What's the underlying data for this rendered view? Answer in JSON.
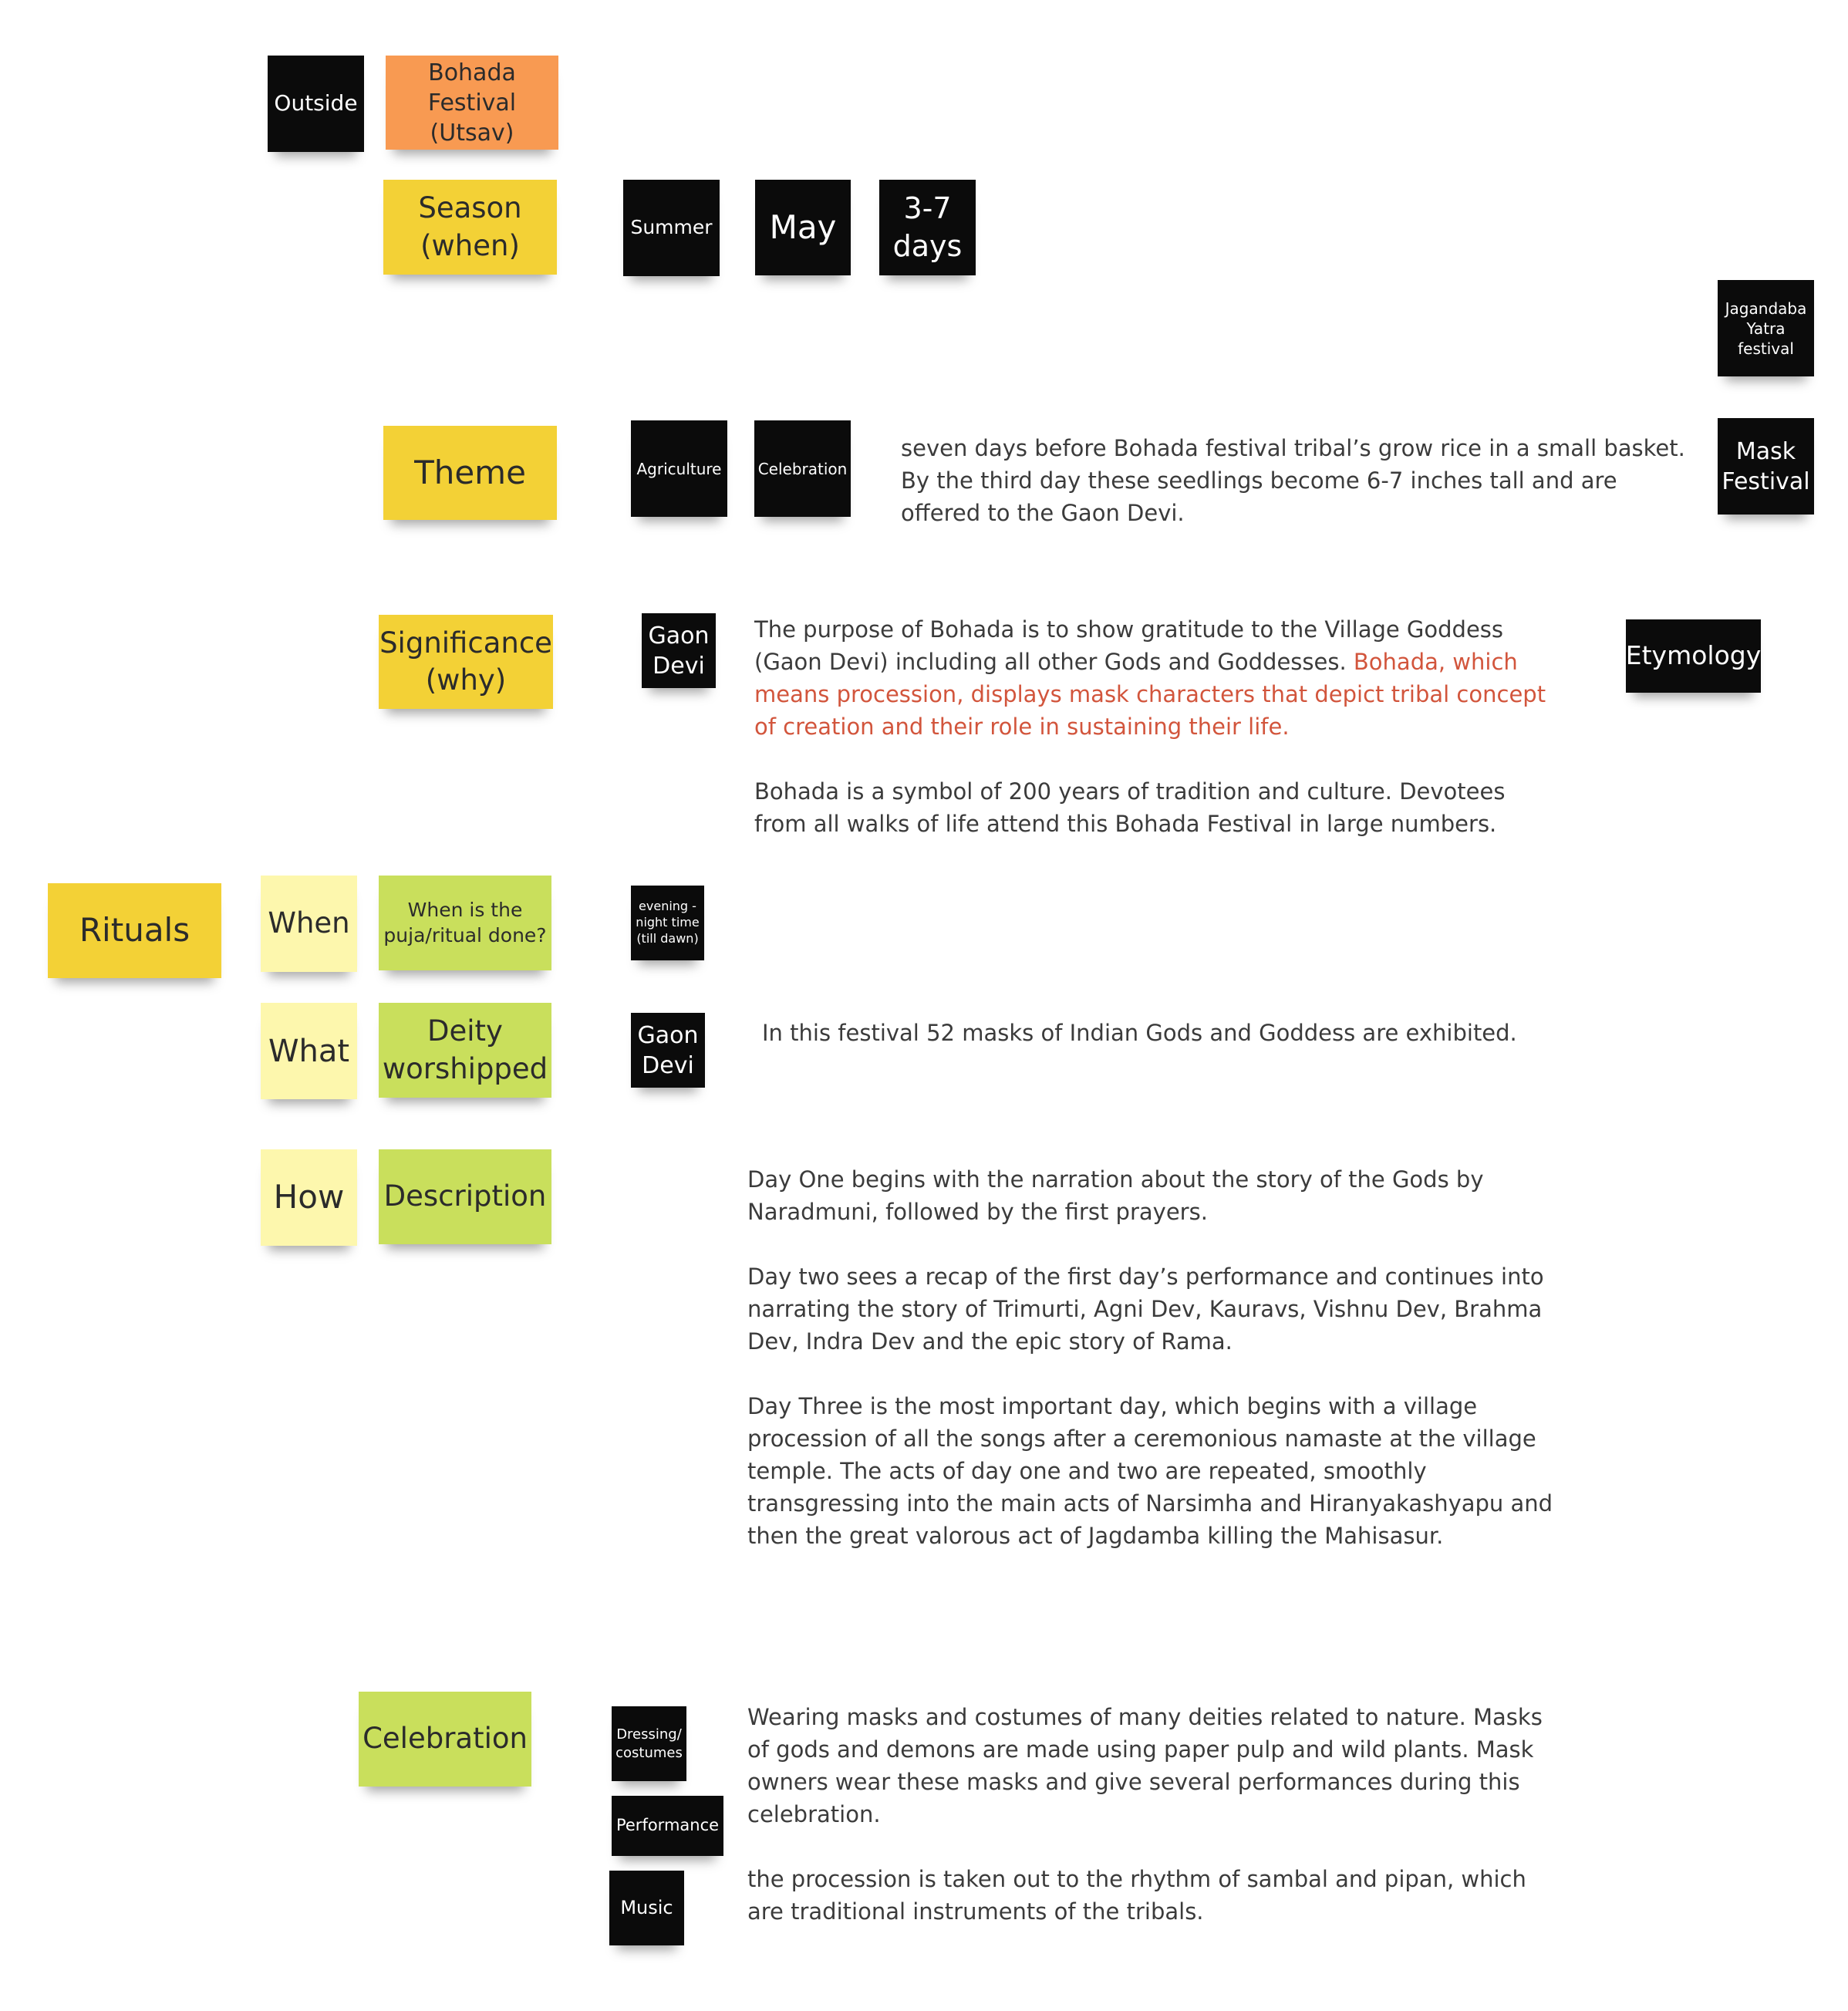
{
  "notes": {
    "outside": "Outside",
    "festival_name": "Bohada Festival (Utsav)",
    "season_label": "Season (when)",
    "summer": "Summer",
    "may": "May",
    "duration": "3-7 days",
    "jagandaba": "Jagandaba Yatra festival",
    "theme_label": "Theme",
    "agriculture": "Agriculture",
    "celebration_tag": "Celebration",
    "mask_festival": "Mask Festival",
    "significance_label": "Significance (why)",
    "gaon_devi_1": "Gaon Devi",
    "etymology": "Etymology",
    "rituals": "Rituals",
    "when": "When",
    "when_question": "When is the puja/ritual done?",
    "evening": "evening - night time (till dawn)",
    "what": "What",
    "deity_worshipped": "Deity worshipped",
    "gaon_devi_2": "Gaon Devi",
    "how": "How",
    "description": "Description",
    "celebration_label": "Celebration",
    "dressing": "Dressing/ costumes",
    "performance": "Performance",
    "music": "Music"
  },
  "texts": {
    "theme_text": "seven days before Bohada festival tribal’s grow rice in a small basket. By the third day these seedlings become 6-7 inches tall and are offered to the Gaon Devi.",
    "significance_p1_start": "The purpose of Bohada is to show gratitude to the Village Goddess (Gaon Devi) including all other Gods and Goddesses. ",
    "significance_p1_highlight": "Bohada, which means procession, displays mask characters that depict tribal concept of creation and their role in sustaining their life.",
    "significance_p2": "Bohada is a symbol of 200 years of tradition and culture. Devotees from all walks of life attend this Bohada Festival in large numbers.",
    "deity_text": "In this festival 52 masks of Indian Gods and Goddess are exhibited.",
    "desc_p1": "Day One begins with the narration about the story of the Gods by Naradmuni, followed by the first prayers.",
    "desc_p2": "Day two sees a recap of the first day’s performance and continues into narrating the story of Trimurti, Agni Dev, Kauravs, Vishnu Dev, Brahma Dev, Indra Dev and the epic story of Rama.",
    "desc_p3": "Day Three is the most important day, which begins with a village procession of all the songs after a ceremonious namaste at the village temple. The acts of day one and two are repeated, smoothly transgressing into the main acts of Narsimha and Hiranyakashyapu and then the great valorous act of Jagdamba killing the Mahisasur.",
    "celeb_p1": "Wearing masks and costumes of many deities related to nature. Masks of gods and demons are made using paper pulp and wild plants. Mask owners wear these masks and give several performances during this celebration.",
    "celeb_p2": "the procession is taken out to the rhythm of sambal and pipan, which are traditional instruments of the tribals."
  },
  "colors": {
    "black_note": "#0b0b0b",
    "orange_note": "#f89a52",
    "yellow_note": "#f3d136",
    "pale_yellow_note": "#fdf7ad",
    "green_note": "#c9df5c",
    "highlight_text": "#d2553c"
  }
}
